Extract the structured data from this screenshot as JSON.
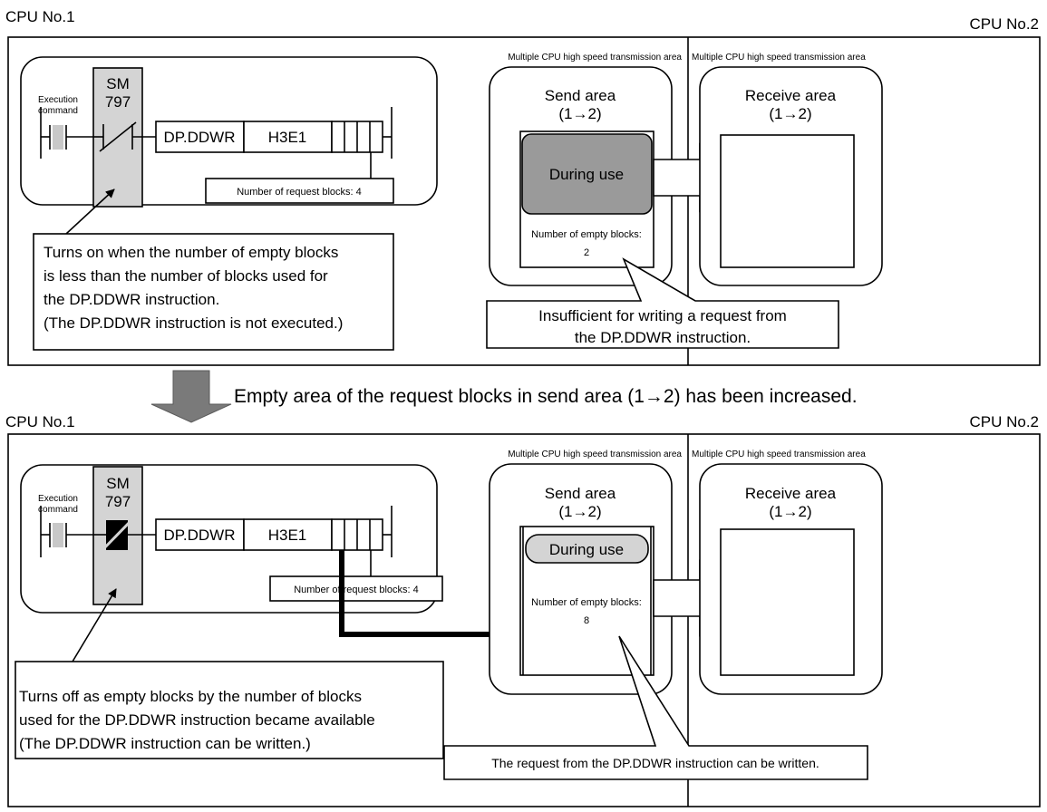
{
  "panel_top": {
    "cpu_left": "CPU No.1",
    "cpu_right": "CPU No.2",
    "area_label_left": "Multiple CPU high speed transmission area",
    "area_label_right": "Multiple CPU high speed transmission area",
    "contact_label_line1": "Execution",
    "contact_label_line2": "command",
    "sm_line1": "SM",
    "sm_line2": "797",
    "instr": "DP.DDWR",
    "operand": "H3E1",
    "request_blocks": "Number of request blocks: 4",
    "send_area_title": "Send area",
    "send_area_sub": "(1→2)",
    "receive_area_title": "Receive area",
    "receive_area_sub": "(1→2)",
    "during_use": "During use",
    "empty_blocks_label": "Number of empty blocks:",
    "empty_blocks_value": "2",
    "note_lines": [
      "Turns on when the number of empty blocks",
      "is less than the number of blocks used for",
      "the DP.DDWR instruction.",
      "(The DP.DDWR instruction is not executed.)"
    ],
    "insufficient_lines": [
      "Insufficient for writing a request from",
      "the DP.DDWR instruction."
    ]
  },
  "transition_text": "Empty area of the request blocks in send area (1→2) has been increased.",
  "panel_bottom": {
    "cpu_left": "CPU No.1",
    "cpu_right": "CPU No.2",
    "area_label_left": "Multiple CPU high speed transmission area",
    "area_label_right": "Multiple CPU high speed transmission area",
    "contact_label_line1": "Execution",
    "contact_label_line2": "command",
    "sm_line1": "SM",
    "sm_line2": "797",
    "instr": "DP.DDWR",
    "operand": "H3E1",
    "request_blocks": "Number of request blocks: 4",
    "send_area_title": "Send area",
    "send_area_sub": "(1→2)",
    "receive_area_title": "Receive area",
    "receive_area_sub": "(1→2)",
    "during_use": "During use",
    "empty_blocks_label": "Number of empty blocks:",
    "empty_blocks_value": "8",
    "note_lines": [
      "Turns off as empty blocks by the number of blocks",
      "used for the DP.DDWR instruction became available",
      "(The DP.DDWR instruction can be written.)"
    ],
    "writable_text": "The request from the DP.DDWR instruction can be written."
  },
  "colors": {
    "gray_fill": "#d4d4d4",
    "dark_gray_fill": "#9a9a9a",
    "arrow_fill": "#7a7a7a",
    "light_contact": "#c8c8c8"
  }
}
